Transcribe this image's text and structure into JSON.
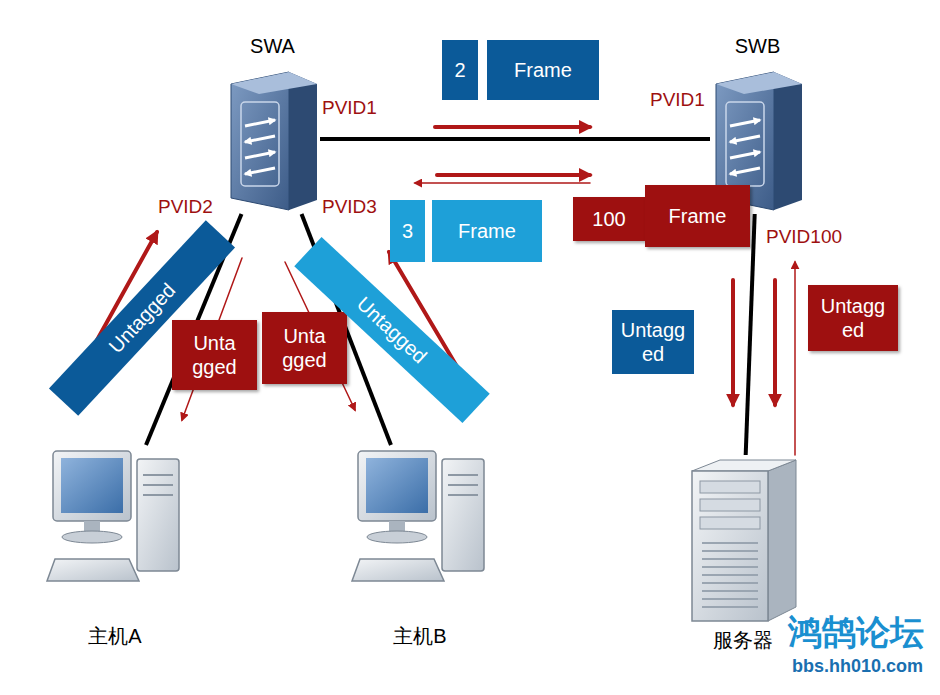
{
  "diagram": {
    "nodes": [
      {
        "text": [
          "SWA"
        ]
      },
      {
        "text": [
          "2"
        ]
      },
      {
        "text": [
          "Frame"
        ]
      },
      {
        "text": [
          "SWB"
        ]
      },
      {
        "text": [
          "3"
        ]
      },
      {
        "text": [
          "Frame"
        ]
      },
      {
        "text": [
          "100"
        ]
      },
      {
        "text": [
          "Frame"
        ]
      },
      {
        "text": [
          "Untagged"
        ]
      },
      {
        "text": [
          "Unta gged"
        ]
      },
      {
        "text": [
          "Unta gged"
        ]
      },
      {
        "text": [
          "Untagged"
        ]
      },
      {
        "text": [
          "Untagg ed"
        ]
      },
      {
        "text": [
          "Untagg ed"
        ]
      },
      {
        "text": [
          "主机A"
        ]
      },
      {
        "text": [
          "主机B"
        ]
      },
      {
        "text": [
          "服务器"
        ]
      }
    ],
    "edges": [
      {
        "from": 0,
        "to": 3,
        "arrow": "none"
      },
      {
        "from": 0,
        "to": 14,
        "arrow": "none"
      },
      {
        "from": 0,
        "to": 15,
        "arrow": "none"
      },
      {
        "from": 3,
        "to": 16,
        "arrow": "none"
      }
    ],
    "labels": [
      "PVID1",
      "PVID1",
      "PVID2",
      "PVID3",
      "PVID100",
      "鸿鹄论坛",
      "bbs.hh010.com"
    ]
  }
}
